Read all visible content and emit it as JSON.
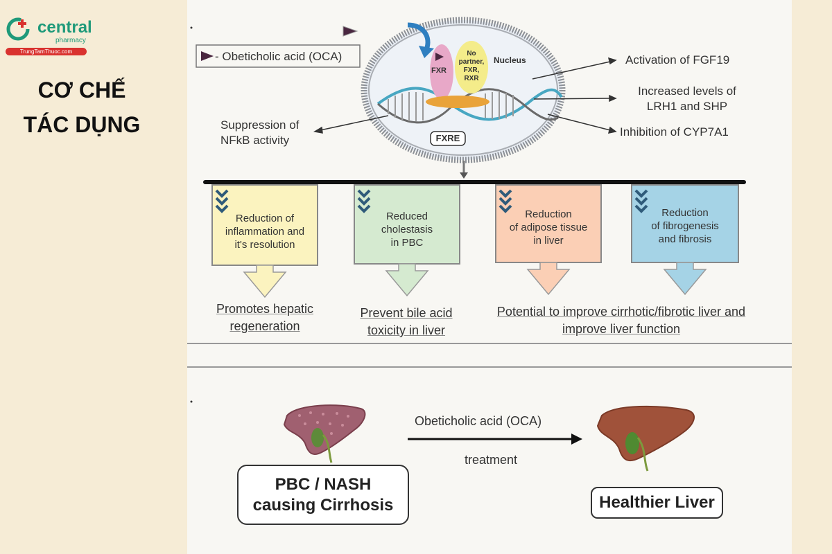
{
  "brand": {
    "name": "central",
    "sub": "pharmacy",
    "url": "TrungTamThuoc.com"
  },
  "side_title": [
    "CƠ CHẾ",
    "TÁC DỤNG"
  ],
  "legend": "- Obeticholic acid (OCA)",
  "nucleus": {
    "label": "Nucleus",
    "fxr": "FXR",
    "partner": [
      "No",
      "partner,",
      "FXR,",
      "RXR"
    ],
    "fxre": "FXRE"
  },
  "callouts": {
    "fgf19": "Activation of FGF19",
    "lrh1": [
      "Increased levels of",
      "LRH1 and SHP"
    ],
    "cyp7a1": "Inhibition of CYP7A1",
    "nfkb": [
      "Suppression of",
      "NFkB activity"
    ]
  },
  "effects": [
    {
      "lines": [
        "Reduction of",
        "inflammation and",
        "it's resolution"
      ],
      "color": "#fbf3bf",
      "arrow": "#fbf3bf"
    },
    {
      "lines": [
        "Reduced",
        "cholestasis",
        "in PBC"
      ],
      "color": "#d5ead0",
      "arrow": "#d5ead0"
    },
    {
      "lines": [
        "Reduction",
        "of adipose tissue",
        "in liver"
      ],
      "color": "#fbcfb5",
      "arrow": "#fbcfb5"
    },
    {
      "lines": [
        "Reduction",
        "of fibrogenesis",
        "and fibrosis"
      ],
      "color": "#a5d3e6",
      "arrow": "#a5d3e6"
    }
  ],
  "outcomes": {
    "o1": [
      "Promotes hepatic",
      "regeneration"
    ],
    "o2": [
      "Prevent bile acid",
      "toxicity in liver"
    ],
    "o3": [
      "Potential to improve cirrhotic/fibrotic liver and",
      "improve liver function"
    ]
  },
  "bottom": {
    "before": [
      "PBC / NASH",
      "causing Cirrhosis"
    ],
    "drug": "Obeticholic acid (OCA)",
    "treatment": "treatment",
    "after": "Healthier Liver"
  },
  "colors": {
    "brand_green": "#1f9a7a",
    "brand_red": "#d9322f",
    "oca": "#4a2740",
    "fxr": "#e8a8c8",
    "partner": "#f4ec8a"
  }
}
